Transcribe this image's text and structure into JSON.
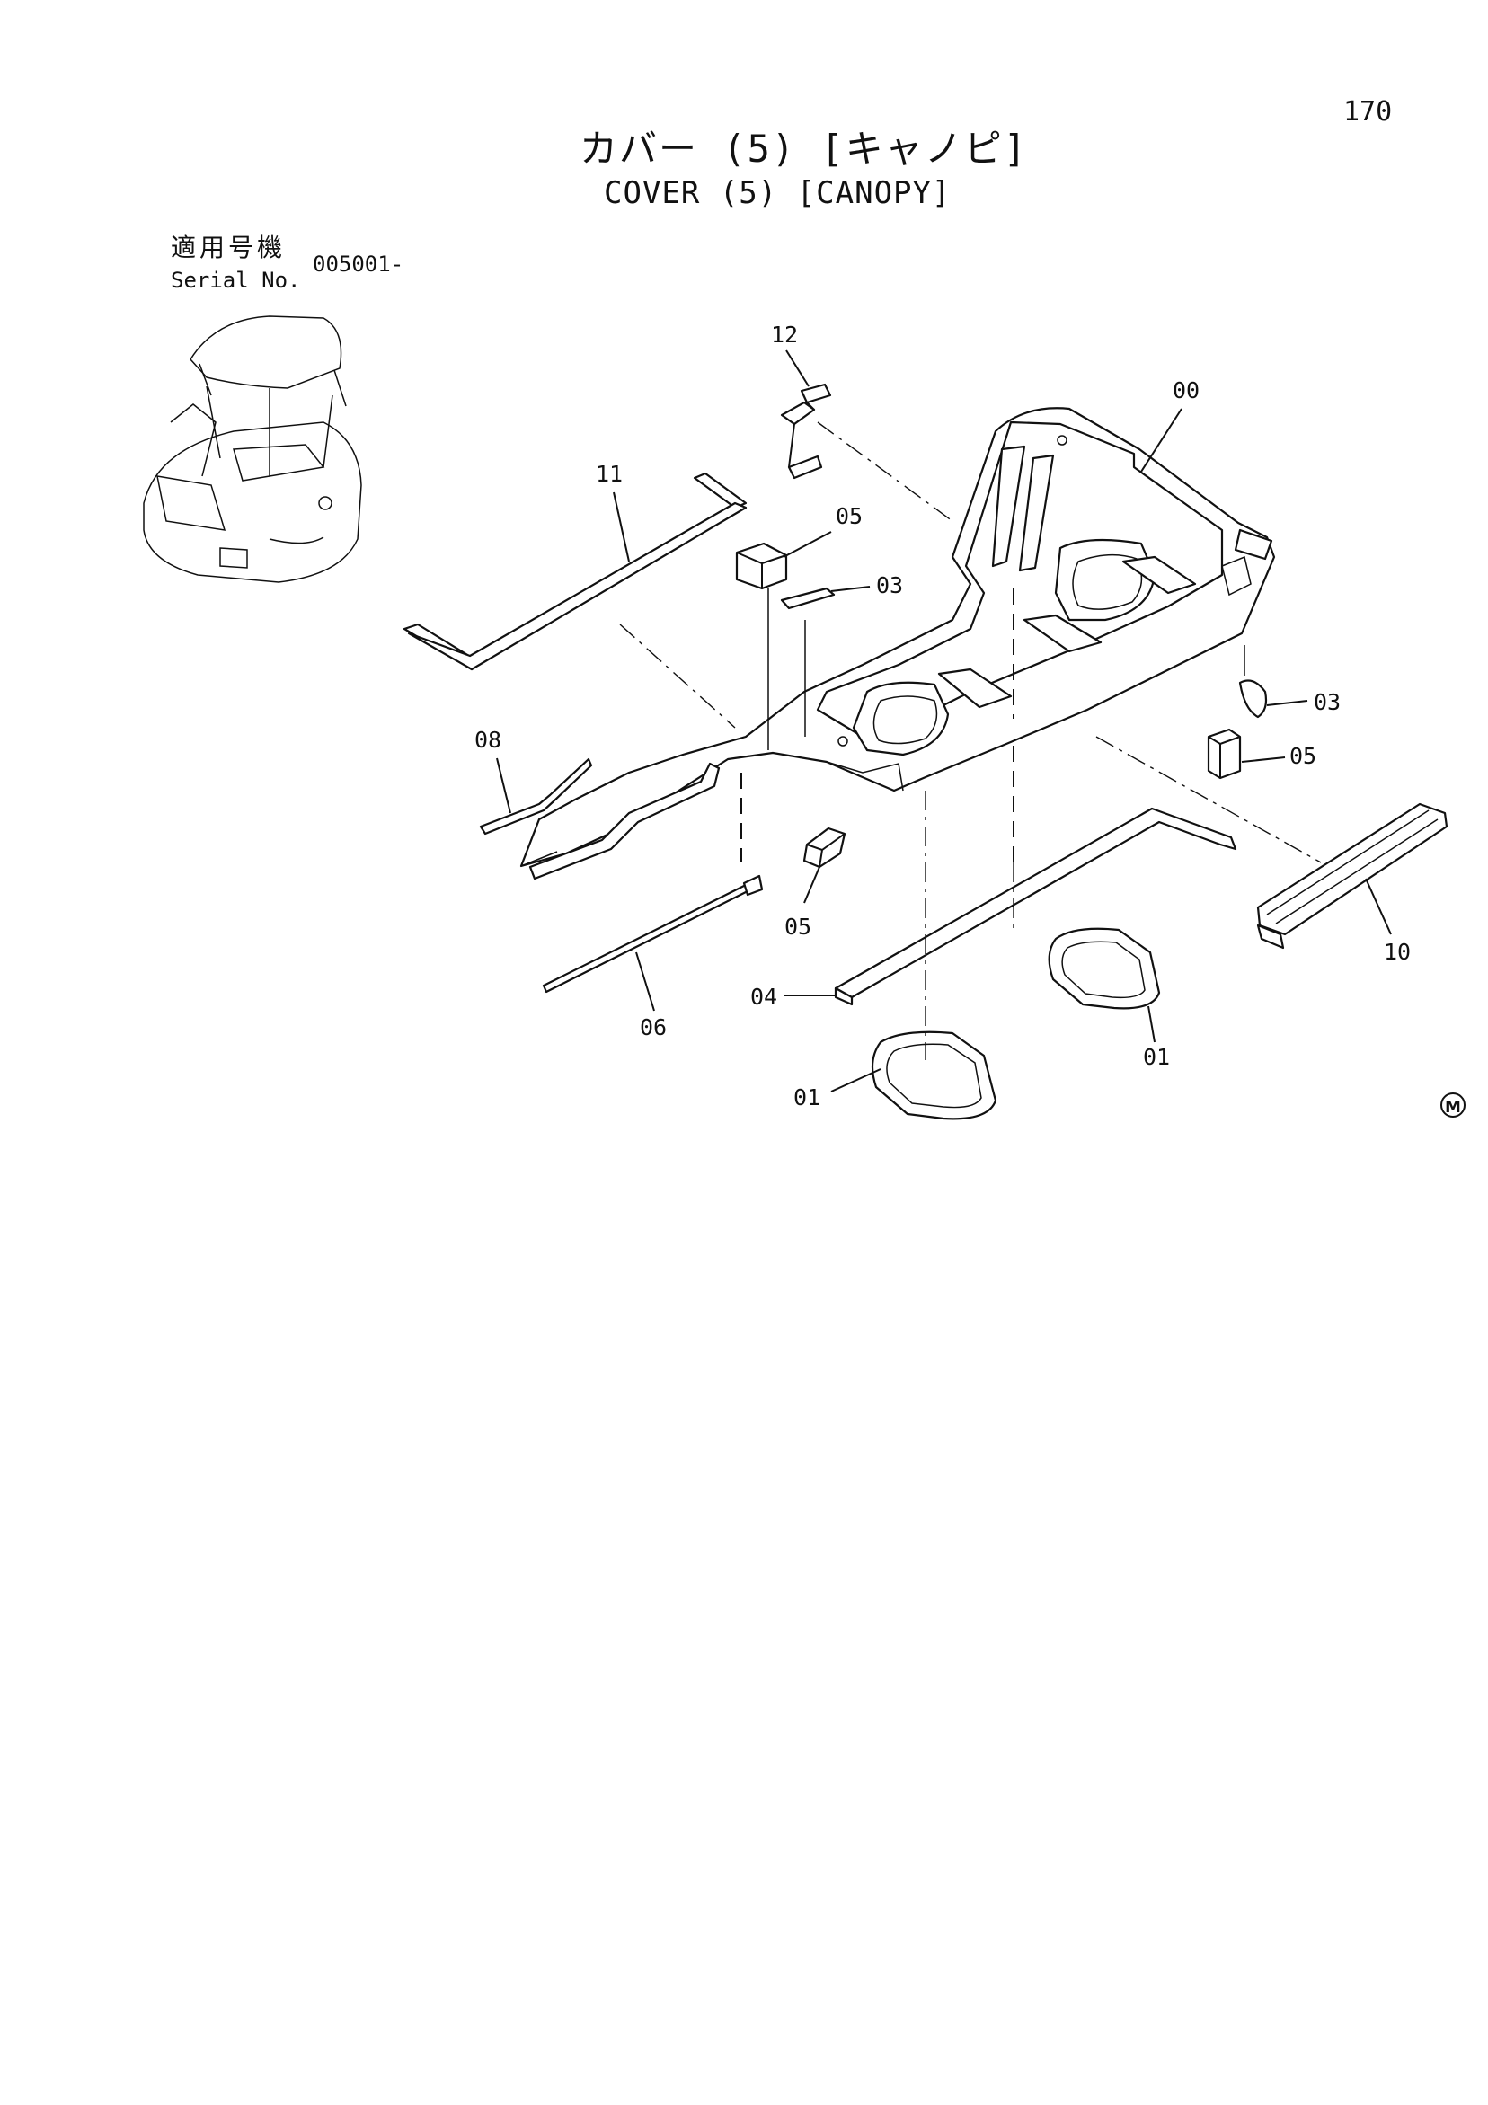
{
  "page": {
    "number": "170"
  },
  "title": {
    "japanese": "カバー (5) [キャノピ]",
    "english": "COVER (5) [CANOPY]"
  },
  "serial": {
    "label_jp": "適用号機",
    "label_en": "Serial No.",
    "value": "005001-"
  },
  "callouts": [
    {
      "id": "12",
      "label": "12"
    },
    {
      "id": "00",
      "label": "00"
    },
    {
      "id": "11",
      "label": "11"
    },
    {
      "id": "05a",
      "label": "05"
    },
    {
      "id": "03a",
      "label": "03"
    },
    {
      "id": "03b",
      "label": "03"
    },
    {
      "id": "05b",
      "label": "05"
    },
    {
      "id": "08",
      "label": "08"
    },
    {
      "id": "05c",
      "label": "05"
    },
    {
      "id": "10",
      "label": "10"
    },
    {
      "id": "04",
      "label": "04"
    },
    {
      "id": "06",
      "label": "06"
    },
    {
      "id": "01a",
      "label": "01"
    },
    {
      "id": "01b",
      "label": "01"
    }
  ],
  "mark": {
    "symbol": "M"
  },
  "icons": [
    "excavator-canopy-thumbnail-icon",
    "m-mark-icon"
  ]
}
